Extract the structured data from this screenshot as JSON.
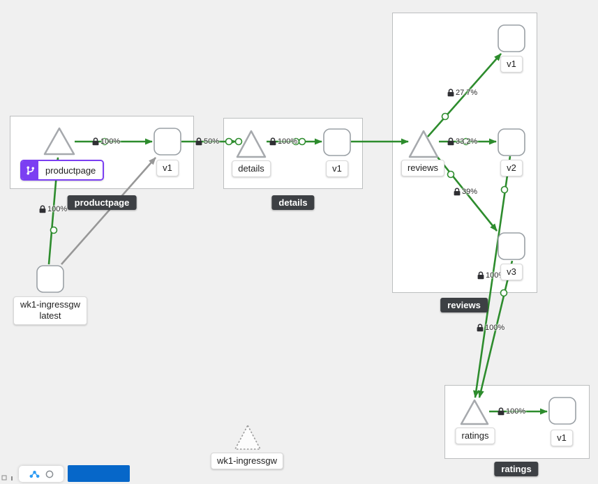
{
  "colors": {
    "edge_green": "#2d8c2d",
    "edge_gray": "#979797",
    "accent_purple": "#7b3ff2",
    "tooltip_bg": "#3d4044",
    "primary_button_blue": "#0667c9"
  },
  "groups": {
    "productpage": {
      "tooltip": "productpage"
    },
    "details": {
      "tooltip": "details"
    },
    "reviews": {
      "tooltip": "reviews"
    },
    "ratings": {
      "tooltip": "ratings"
    }
  },
  "nodes": {
    "productpage": {
      "label": "productpage",
      "badge_icon": "code-branch-icon"
    },
    "productpage_v1": {
      "label": "v1"
    },
    "details": {
      "label": "details"
    },
    "details_v1": {
      "label": "v1"
    },
    "reviews": {
      "label": "reviews"
    },
    "reviews_v1": {
      "label": "v1"
    },
    "reviews_v2": {
      "label": "v2"
    },
    "reviews_v3": {
      "label": "v3"
    },
    "ratings": {
      "label": "ratings"
    },
    "ratings_v1": {
      "label": "v1"
    },
    "ingressgw": {
      "line1": "wk1-ingressgw",
      "line2": "latest"
    },
    "idle_service": {
      "label": "wk1-ingressgw"
    }
  },
  "edges": {
    "pp_to_v1": {
      "value": "100%",
      "secure_icon": "lock-icon"
    },
    "ppv1_to_details": {
      "value": "50%",
      "secure_icon": "lock-icon"
    },
    "details_to_v1": {
      "value": "100%",
      "secure_icon": "lock-icon"
    },
    "reviews_to_v1": {
      "value": "27.7%",
      "secure_icon": "lock-icon"
    },
    "reviews_to_v2": {
      "value": "33.2%",
      "secure_icon": "lock-icon"
    },
    "reviews_to_v3": {
      "value": "39%",
      "secure_icon": "lock-icon"
    },
    "v2_to_ratings": {
      "value": "100%",
      "secure_icon": "lock-icon"
    },
    "v3_to_ratings": {
      "value": "100%",
      "secure_icon": "lock-icon"
    },
    "ratings_to_v1": {
      "value": "100%",
      "secure_icon": "lock-icon"
    },
    "ingress_to_pp": {
      "value": "100%",
      "secure_icon": "lock-icon"
    }
  },
  "toolbar": {
    "icons": [
      "graph-icon",
      "clear-icon"
    ],
    "legend_button_label": ""
  }
}
